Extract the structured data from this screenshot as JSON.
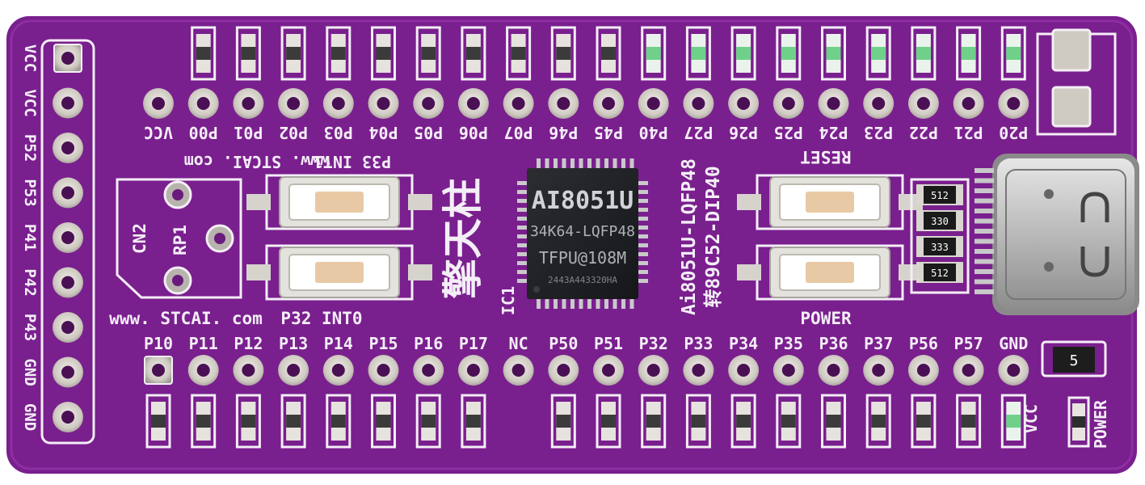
{
  "board": {
    "colors": {
      "pcb": "#7a1f8e",
      "pcb_dark": "#5d1670",
      "silk": "#f4eef7",
      "pad": "#d8d5cf",
      "chip": "#1e2024"
    },
    "top_header_labels": [
      "VCC",
      "P00",
      "P01",
      "P02",
      "P03",
      "P04",
      "P05",
      "P06",
      "P07",
      "P46",
      "P45",
      "P40",
      "P27",
      "P26",
      "P25",
      "P24",
      "P23",
      "P22",
      "P21",
      "P20"
    ],
    "bottom_header_labels": [
      "P10",
      "P11",
      "P12",
      "P13",
      "P14",
      "P15",
      "P16",
      "P17",
      "NC",
      "P50",
      "P51",
      "P32",
      "P33",
      "P34",
      "P35",
      "P36",
      "P37",
      "P56",
      "P57",
      "GND"
    ],
    "left_header_labels": [
      "VCC",
      "VCC",
      "P52",
      "P53",
      "P41",
      "P42",
      "P43",
      "GND",
      "GND"
    ],
    "url_top": "www. STCAI. com",
    "url_bottom": "www. STCAI. com",
    "int1_label": "P33 INT1",
    "int0_label": "P32 INT0",
    "cn2_label": "CN2",
    "rp1_label": "RP1",
    "chinese_title": "擎天柱",
    "ic_ref": "IC1",
    "nc_label": "NC",
    "chip_marking": {
      "line1": "AI8051U",
      "line2": "34K64-LQFP48",
      "line3": "TFPU@108M",
      "line4": "2443A443320HA"
    },
    "model_line1": "Ai8051U-LQFP48",
    "model_line2": "转89C52-DIP40",
    "reset_label": "RESET",
    "power_button_label": "POWER",
    "resistor_values": [
      "512",
      "330",
      "333",
      "512"
    ],
    "small_component_label": "5",
    "vcc_led_label": "VCC",
    "power_led_label": "POWER"
  }
}
